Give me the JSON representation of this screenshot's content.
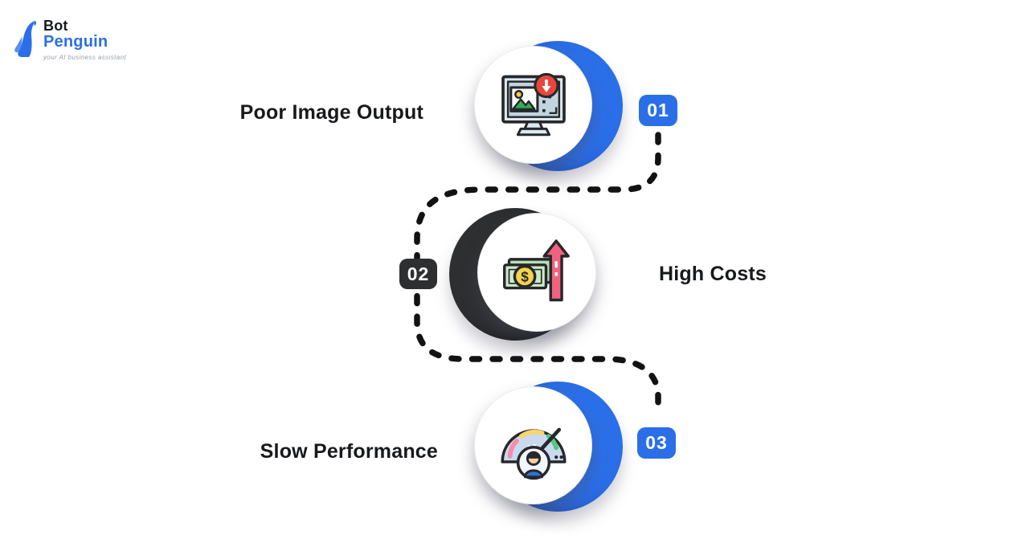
{
  "logo": {
    "brand_top": "Bot",
    "brand_bottom": "Penguin",
    "tagline": "your AI business assistant",
    "colors": {
      "penguin_mark": "#2B6FE8",
      "brand_top_text": "#17191E",
      "brand_bottom_text": "#2B6FE8",
      "tagline_text": "#9AA0A8"
    }
  },
  "colors": {
    "background": "#FFFFFF",
    "accent_blue": "#2B6FE8",
    "accent_dark": "#2E2F31",
    "connector": "#121212",
    "label_text": "#18191B",
    "badge_text": "#FFFFFF"
  },
  "connector": {
    "style": "dashed",
    "color": "#121212"
  },
  "items": [
    {
      "number": "01",
      "label": "Poor Image Output",
      "icon": "monitor-image-download-icon",
      "badge_color": "#2B6FE8",
      "crescent_color": "#2B6FE8",
      "crescent_side": "right",
      "label_side": "left"
    },
    {
      "number": "02",
      "label": "High Costs",
      "icon": "money-rising-cost-icon",
      "badge_color": "#2E2F31",
      "crescent_color": "#2E2F31",
      "crescent_side": "left",
      "label_side": "right"
    },
    {
      "number": "03",
      "label": "Slow Performance",
      "icon": "speedometer-performance-icon",
      "badge_color": "#2B6FE8",
      "crescent_color": "#2B6FE8",
      "crescent_side": "right",
      "label_side": "left"
    }
  ]
}
